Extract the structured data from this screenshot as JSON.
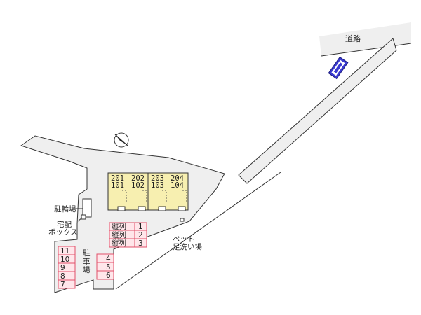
{
  "labels": {
    "road": "道路",
    "bicycle_parking": "駐輪場",
    "delivery_box_line1": "宅配",
    "delivery_box_line2": "ボックス",
    "pet_wash_line1": "ペット",
    "pet_wash_line2": "足洗い場",
    "parking_lot_chars": [
      "駐",
      "車",
      "場"
    ]
  },
  "building": {
    "units": [
      {
        "upper": "201",
        "lower": "101"
      },
      {
        "upper": "202",
        "lower": "102"
      },
      {
        "upper": "203",
        "lower": "103"
      },
      {
        "upper": "204",
        "lower": "104"
      }
    ]
  },
  "parking": {
    "tandem_slots": [
      {
        "label": "縦列",
        "num": "1"
      },
      {
        "label": "縦列",
        "num": "2"
      },
      {
        "label": "縦列",
        "num": "3"
      }
    ],
    "left_column": [
      "11",
      "10",
      "9",
      "8",
      "7"
    ],
    "right_column": [
      "4",
      "5",
      "6"
    ]
  },
  "colors": {
    "lot_fill": "#efefef",
    "outline": "#333333",
    "building_fill": "#f7efb0",
    "slot_fill": "#ffe6ea",
    "slot_stroke": "#e0506a",
    "sign_fill": "#3a3ad0"
  },
  "icons": {
    "north": "north-arrow-icon",
    "sign": "apartment-sign-icon"
  }
}
